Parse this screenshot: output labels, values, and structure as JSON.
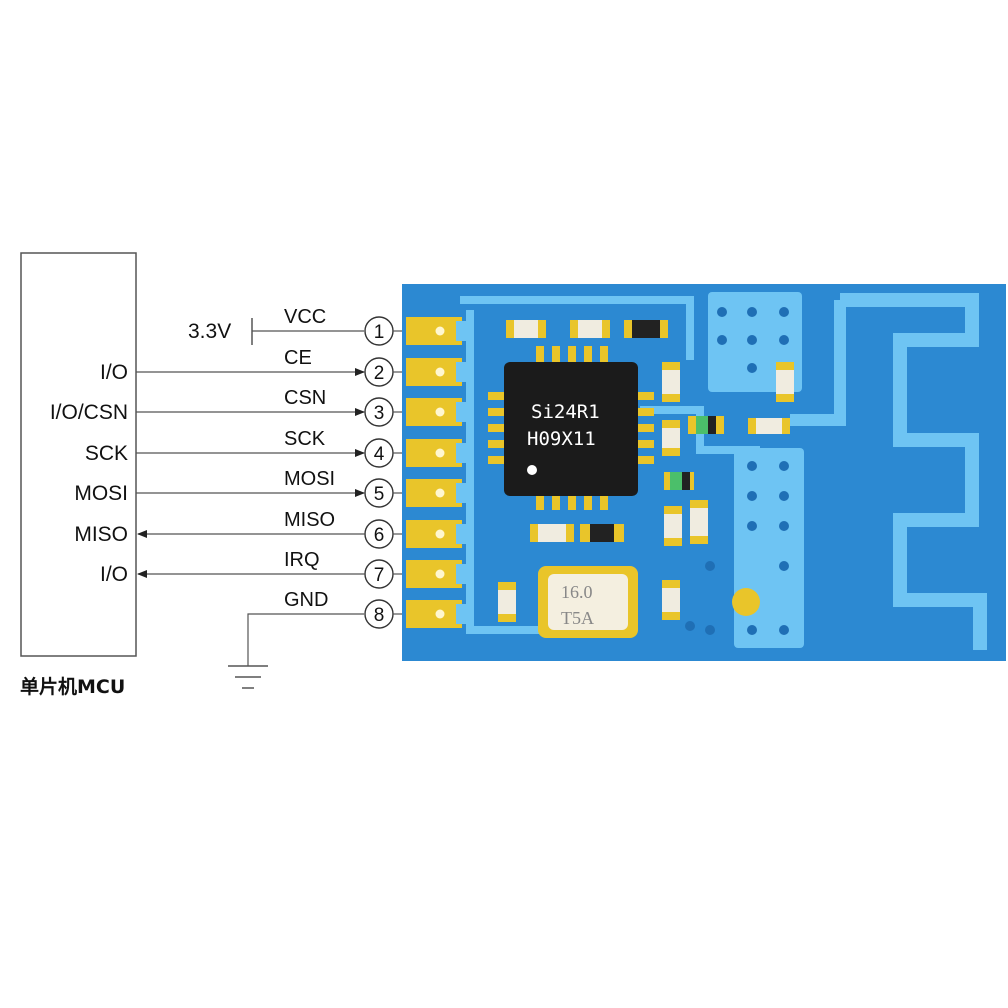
{
  "mcu": {
    "label": "单片机MCU"
  },
  "supply": {
    "voltage": "3.3V"
  },
  "pins": [
    {
      "number": "1",
      "name": "VCC",
      "mcu_label": "",
      "direction": "none"
    },
    {
      "number": "2",
      "name": "CE",
      "mcu_label": "I/O",
      "direction": "to_module"
    },
    {
      "number": "3",
      "name": "CSN",
      "mcu_label": "I/O/CSN",
      "direction": "to_module"
    },
    {
      "number": "4",
      "name": "SCK",
      "mcu_label": "SCK",
      "direction": "to_module"
    },
    {
      "number": "5",
      "name": "MOSI",
      "mcu_label": "MOSI",
      "direction": "to_module"
    },
    {
      "number": "6",
      "name": "MISO",
      "mcu_label": "MISO",
      "direction": "to_mcu"
    },
    {
      "number": "7",
      "name": "IRQ",
      "mcu_label": "I/O",
      "direction": "to_mcu"
    },
    {
      "number": "8",
      "name": "GND",
      "mcu_label": "",
      "direction": "ground"
    }
  ],
  "module": {
    "chip_line1": "Si24R1",
    "chip_line2": "H09X11",
    "crystal_line1": "16.0",
    "crystal_line2": "T5A"
  },
  "colors": {
    "board": "#2f8fd8",
    "trace": "#6ec4f3",
    "gold": "#e9c52a",
    "chip": "#1b1b1b",
    "line": "#333333"
  }
}
